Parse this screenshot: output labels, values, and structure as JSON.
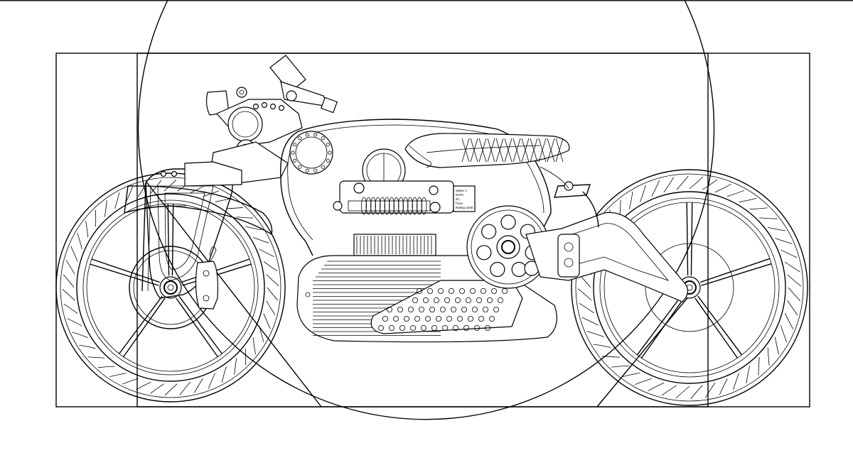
{
  "drawing": {
    "subject": "motorcycle-side-elevation",
    "line_color": "#000000",
    "background": "#ffffff",
    "panel_label_lines": [
      "Stator 1",
      "RoP1",
      "2C",
      "Fuse",
      "Rating 1000"
    ]
  }
}
